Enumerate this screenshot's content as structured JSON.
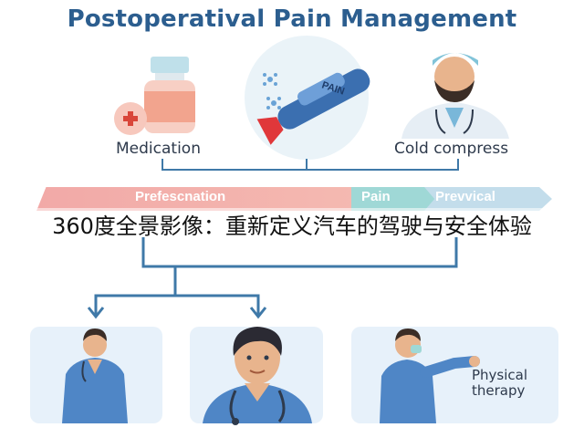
{
  "title": "Postoperatival Pain Management",
  "top_items": [
    {
      "label": "Medication",
      "icon": "medicine-bottle-icon"
    },
    {
      "label": "",
      "icon": "nasal-spray-icon",
      "spray_text": "PAIN"
    },
    {
      "label": "Cold compress",
      "icon": "doctor-icon"
    }
  ],
  "band_labels": [
    "Prefescnation",
    "Pain",
    "Prevvical"
  ],
  "overlay_text": "360度全景影像：重新定义汽车的驾驶与安全体验",
  "bottom_cards": [
    {
      "label": "",
      "icon": "nurse-icon"
    },
    {
      "label": "",
      "icon": "doctor-with-stethoscope-icon"
    },
    {
      "label": "Physical therapy",
      "label_lines": [
        "Physical",
        "therapy"
      ],
      "icon": "therapist-icon"
    }
  ],
  "colors": {
    "title": "#2c5e8f",
    "arrow": "#3f79a8",
    "band_pink": "#f2a9a7",
    "band_teal": "#9fd8d6",
    "band_blue": "#c3ddeb",
    "card_bg": "#e7f1fa",
    "scrub": "#4f86c6"
  }
}
